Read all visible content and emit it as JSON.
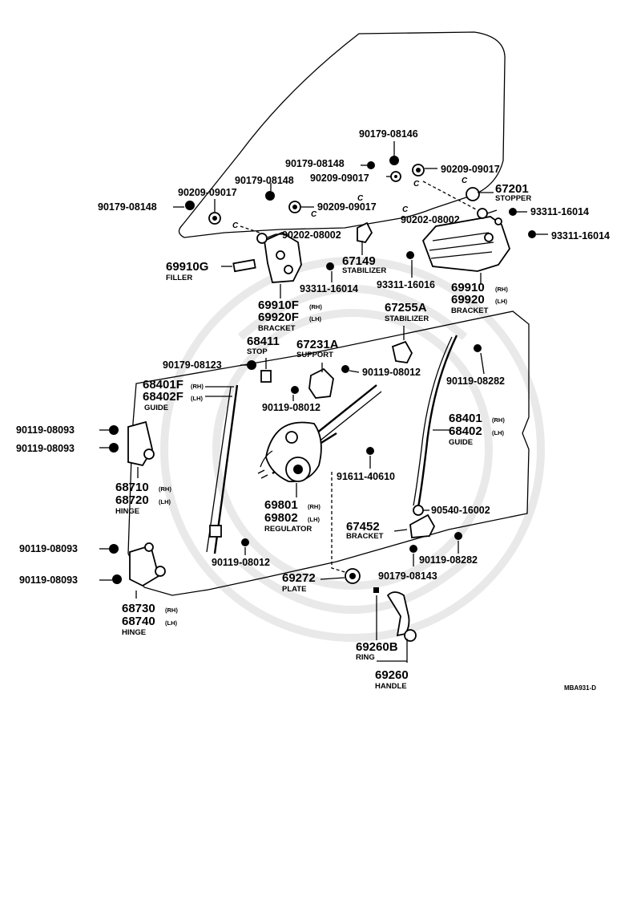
{
  "diagram_ref": "MBA931-D",
  "callouts": {
    "p01": {
      "num": "90179-08146"
    },
    "p02": {
      "num": "90179-08148"
    },
    "p03": {
      "num": "90209-09017"
    },
    "p04": {
      "num": "90209-09017"
    },
    "p05": {
      "num": "90179-08148"
    },
    "p06": {
      "num": "90209-09017"
    },
    "p07": {
      "num": "90179-08148"
    },
    "p08": {
      "num": "67201",
      "caption": "STOPPER"
    },
    "p09": {
      "num": "90209-09017"
    },
    "p10": {
      "num": "90202-08002"
    },
    "p11": {
      "num": "93311-16014"
    },
    "p12": {
      "num": "90202-08002"
    },
    "p13": {
      "num": "93311-16014"
    },
    "p14": {
      "num": "69910G",
      "caption": "FILLER"
    },
    "p15": {
      "num": "67149",
      "caption": "STABILIZER"
    },
    "p16": {
      "num": "93311-16014"
    },
    "p17": {
      "num": "93311-16016"
    },
    "p18": {
      "num": "69910",
      "sup": "(RH)",
      "num2": "69920",
      "sup2": "(LH)",
      "caption": "BRACKET"
    },
    "p19": {
      "num": "69910F",
      "sup": "(RH)",
      "num2": "69920F",
      "sup2": "(LH)",
      "caption": "BRACKET"
    },
    "p20": {
      "num": "67255A",
      "caption": "STABILIZER"
    },
    "p21": {
      "num": "68411",
      "caption": "STOP"
    },
    "p22": {
      "num": "67231A",
      "caption": "SUPPORT"
    },
    "p23": {
      "num": "90179-08123"
    },
    "p24": {
      "num": "90119-08012"
    },
    "p25": {
      "num": "90119-08282"
    },
    "p26": {
      "num": "68401F",
      "sup": "(RH)",
      "num2": "68402F",
      "sup2": "(LH)",
      "caption": "GUIDE"
    },
    "p27": {
      "num": "90119-08012"
    },
    "p28": {
      "num": "68401",
      "sup": "(RH)",
      "num2": "68402",
      "sup2": "(LH)",
      "caption": "GUIDE"
    },
    "p29": {
      "num": "90119-08093"
    },
    "p30": {
      "num": "90119-08093"
    },
    "p31": {
      "num": "91611-40610"
    },
    "p32": {
      "num": "68710",
      "sup": "(RH)",
      "num2": "68720",
      "sup2": "(LH)",
      "caption": "HINGE"
    },
    "p33": {
      "num": "69801",
      "sup": "(RH)",
      "num2": "69802",
      "sup2": "(LH)",
      "caption": "REGULATOR"
    },
    "p34": {
      "num": "90540-16002"
    },
    "p35": {
      "num": "67452",
      "caption": "BRACKET"
    },
    "p36": {
      "num": "90119-08093"
    },
    "p37": {
      "num": "90119-08012"
    },
    "p38": {
      "num": "90119-08282"
    },
    "p39": {
      "num": "90119-08093"
    },
    "p40": {
      "num": "69272",
      "caption": "PLATE"
    },
    "p41": {
      "num": "90179-08143"
    },
    "p42": {
      "num": "68730",
      "sup": "(RH)",
      "num2": "68740",
      "sup2": "(LH)",
      "caption": "HINGE"
    },
    "p43": {
      "num": "69260B",
      "caption": "RING"
    },
    "p44": {
      "num": "69260",
      "caption": "HANDLE"
    }
  },
  "connector_marks": [
    "C",
    "C",
    "C",
    "C",
    "C",
    "C"
  ]
}
